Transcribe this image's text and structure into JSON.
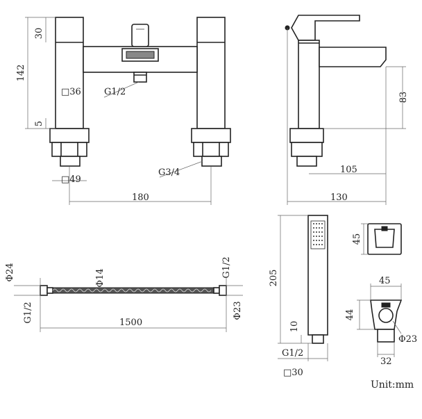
{
  "labels": {
    "front_height_top": "30",
    "front_height_total": "142",
    "body_square": "□36",
    "outlet_thread": "G1/2",
    "base_offset": "5",
    "inlet_thread": "G3/4",
    "nut_square": "□49",
    "centers": "180",
    "spout_height": "83",
    "spout_reach": "105",
    "side_depth": "130",
    "hose_end_dia_left": "Φ24",
    "hose_dia": "Φ14",
    "hose_thread_right": "G1/2",
    "hose_thread_left": "G1/2",
    "hose_length": "1500",
    "hose_end_dia_right": "Φ23",
    "handset_length": "205",
    "handset_thread": "G1/2",
    "handset_connector": "10",
    "handset_square": "□30",
    "holder_height_top": "45",
    "holder_width": "45",
    "holder_height": "44",
    "holder_hole_dia": "Φ23",
    "holder_base": "32",
    "unit": "Unit:mm"
  }
}
